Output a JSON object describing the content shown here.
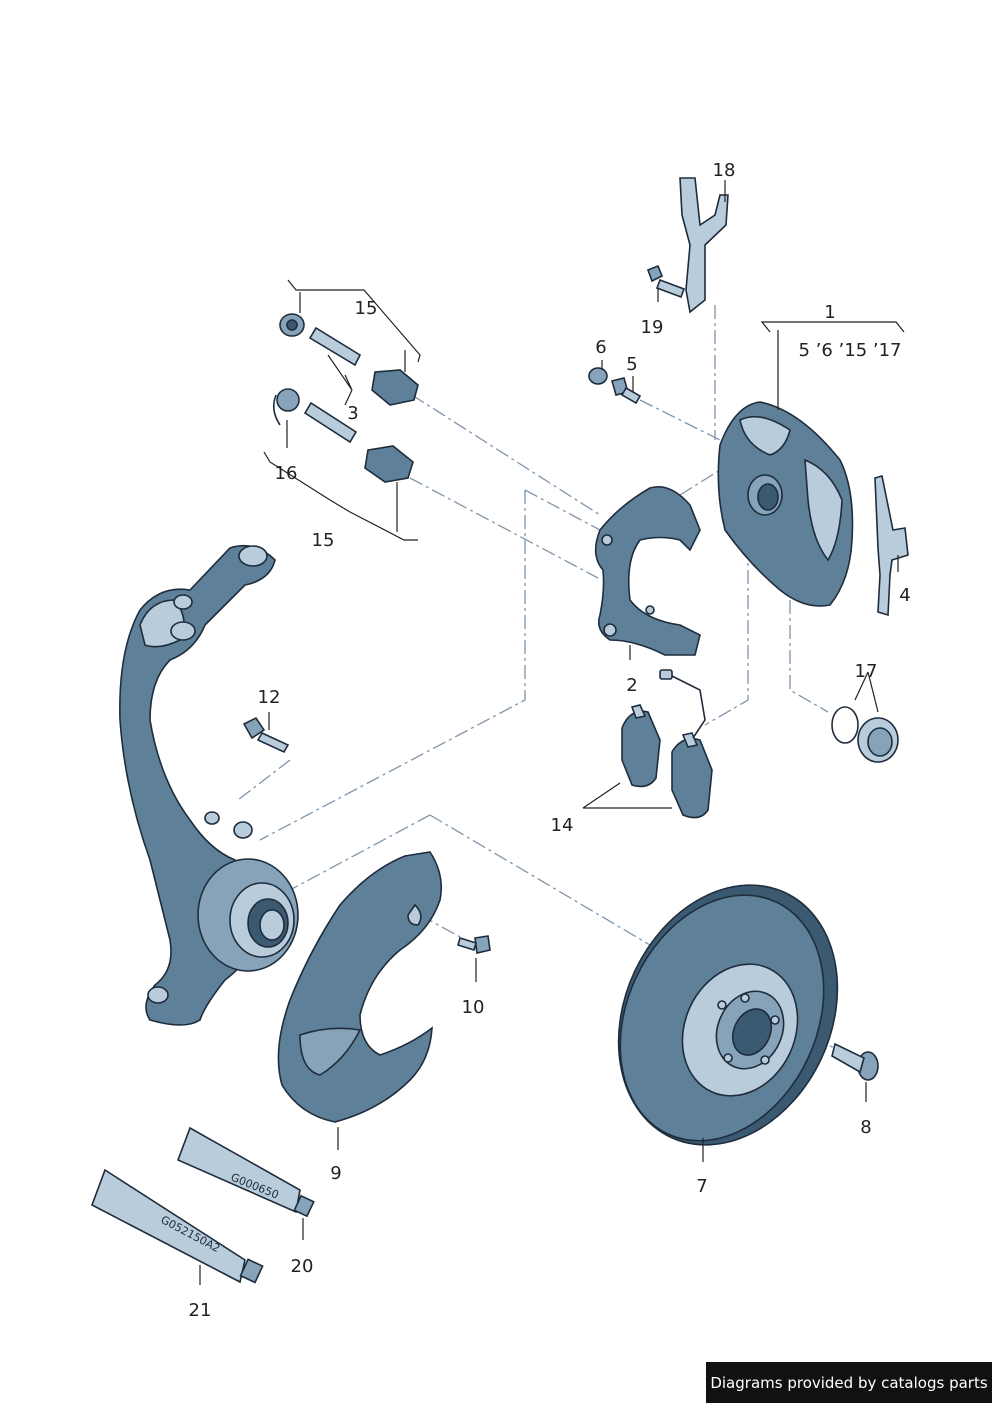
{
  "diagram": {
    "callouts": [
      {
        "id": "c1",
        "text": "1"
      },
      {
        "id": "c1sub",
        "text": "5 ’6 ’15 ’17"
      },
      {
        "id": "c2",
        "text": "2"
      },
      {
        "id": "c3",
        "text": "3"
      },
      {
        "id": "c4",
        "text": "4"
      },
      {
        "id": "c5",
        "text": "5"
      },
      {
        "id": "c6",
        "text": "6"
      },
      {
        "id": "c7",
        "text": "7"
      },
      {
        "id": "c8",
        "text": "8"
      },
      {
        "id": "c9",
        "text": "9"
      },
      {
        "id": "c10",
        "text": "10"
      },
      {
        "id": "c12",
        "text": "12"
      },
      {
        "id": "c14",
        "text": "14"
      },
      {
        "id": "c15a",
        "text": "15"
      },
      {
        "id": "c15b",
        "text": "15"
      },
      {
        "id": "c16",
        "text": "16"
      },
      {
        "id": "c17",
        "text": "17"
      },
      {
        "id": "c18",
        "text": "18"
      },
      {
        "id": "c19",
        "text": "19"
      },
      {
        "id": "c20",
        "text": "20"
      },
      {
        "id": "c21",
        "text": "21"
      }
    ],
    "tube_labels": {
      "tube20": "G000650",
      "tube21": "G052150A2"
    },
    "colors": {
      "part": "#5f8099",
      "outline": "#1e2c3c",
      "leader": "#7f95aa"
    }
  },
  "credit": "Diagrams provided by catalogs parts"
}
